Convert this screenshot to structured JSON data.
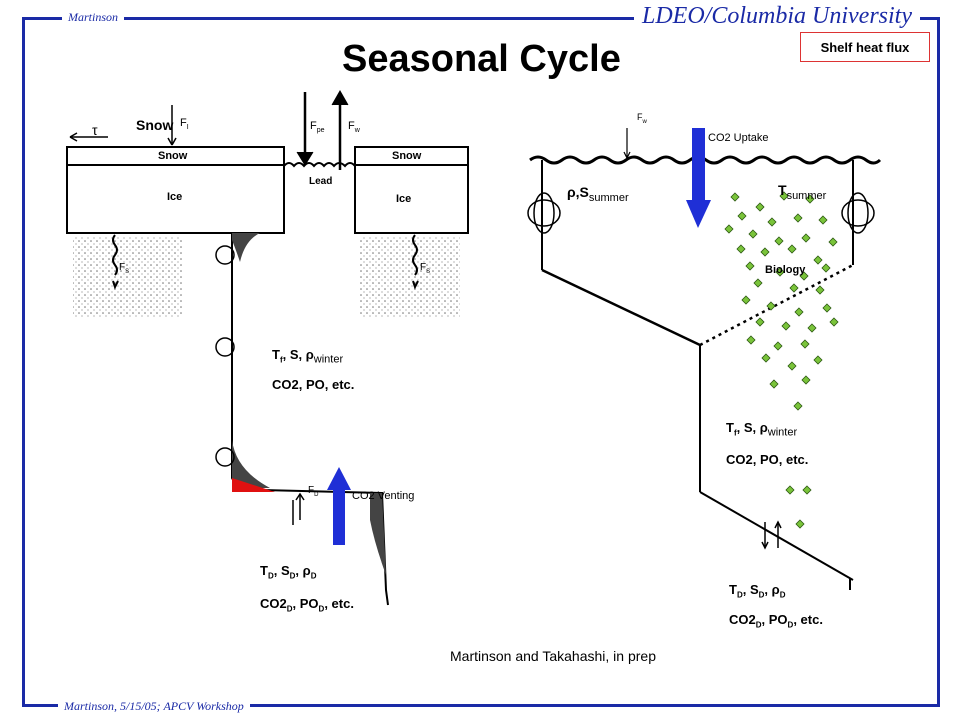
{
  "header": {
    "author": "Martinson",
    "institution": "LDEO/Columbia University"
  },
  "title": "Seasonal Cycle",
  "badge": "Shelf heat flux",
  "footer": "Martinson, 5/15/05; APCV Workshop",
  "credit": "Martinson and Takahashi, in prep",
  "left_panel": {
    "snow_label": "Snow",
    "ice_label": "Ice",
    "lead_label": "Lead",
    "tau": "τ",
    "fi": "F",
    "fi_sub": "I",
    "fpe": "F",
    "fpe_sub": "pe",
    "fw": "F",
    "fw_sub": "w",
    "fs": "F",
    "fs_sub": "S",
    "fd": "F",
    "fd_sub": "D",
    "winter_line1": "T",
    "winter_line1_sub": "f",
    "winter_line1_rest": ", S, ρ",
    "winter_line1_sub2": "winter",
    "winter_line2": "CO2, PO, etc.",
    "venting_label": "CO2 Venting",
    "deep_line1": "T",
    "deep_line1_sub": "D",
    "deep_line1_mid": ", S",
    "deep_line1_sub2": "D",
    "deep_line1_end": ", ρ",
    "deep_line1_sub3": "D",
    "deep_line2": "CO2",
    "deep_line2_sub": "D",
    "deep_line2_mid": ", PO",
    "deep_line2_sub2": "D",
    "deep_line2_end": ", etc."
  },
  "right_panel": {
    "fw": "F",
    "fw_sub": "w",
    "uptake_label": "CO2 Uptake",
    "rho_s": "ρ,S",
    "rho_s_sub": "summer",
    "t_summer": "T",
    "t_summer_sub": "summer",
    "biology": "Biology",
    "winter_line1": "T",
    "winter_line1_sub": "f",
    "winter_line1_rest": ", S, ρ",
    "winter_line1_sub2": "winter",
    "winter_line2": "CO2, PO, etc.",
    "deep_line1": "T",
    "deep_line1_sub": "D",
    "deep_line1_mid": ", S",
    "deep_line1_sub2": "D",
    "deep_line1_end": ", ρ",
    "deep_line1_sub3": "D",
    "deep_line2": "CO2",
    "deep_line2_sub": "D",
    "deep_line2_mid": ", PO",
    "deep_line2_sub2": "D",
    "deep_line2_end": ", etc."
  },
  "colors": {
    "frame": "#1a2aa6",
    "arrow": "#1f2fd6",
    "diamond": "#7ac43a",
    "red_patch": "#e01010"
  }
}
